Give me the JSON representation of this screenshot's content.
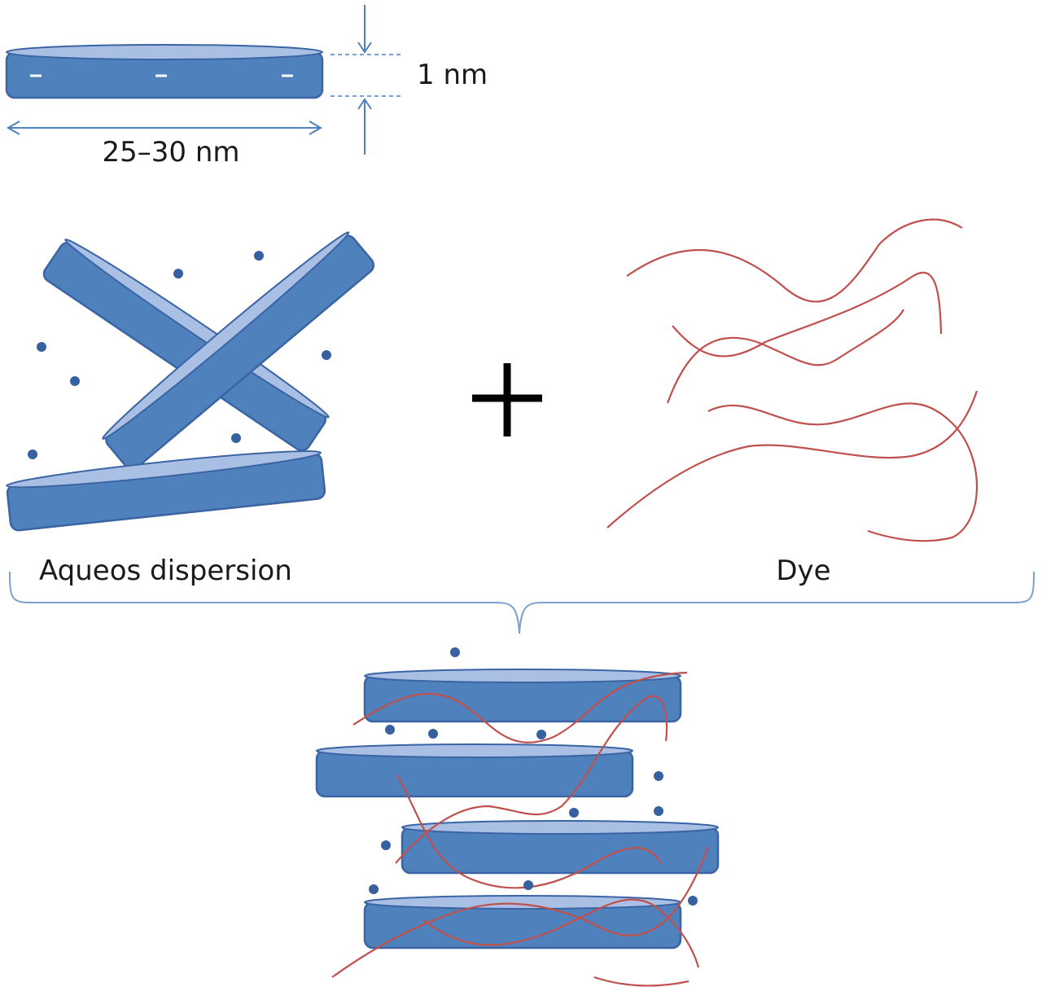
{
  "dimensions": {
    "thickness_label": "1 nm",
    "width_label": "25–30 nm"
  },
  "labels": {
    "left": "Aqueos dispersion",
    "right": "Dye"
  },
  "colors": {
    "clay_platelet": "#4f81bd",
    "platelet_top": "#a9c0e4",
    "dye_chain": "#c0504d",
    "ion_dot": "#36609e"
  },
  "icons": [
    "plus-sign",
    "brace"
  ]
}
